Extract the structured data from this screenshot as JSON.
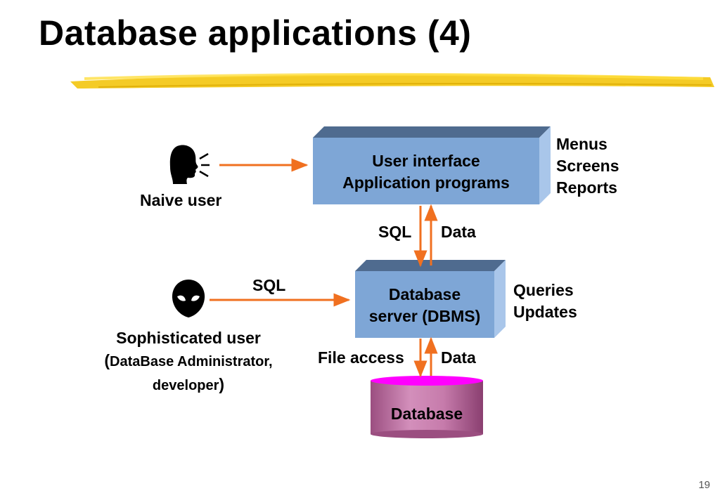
{
  "slide": {
    "title": "Database applications (4)",
    "page_number": "19"
  },
  "naive_user": {
    "label": "Naive user",
    "icon": "speaking-head-icon"
  },
  "sophisticated_user": {
    "line1": "Sophisticated user",
    "paren_open": "(",
    "line2": "DataBase Administrator,",
    "line3": "developer",
    "paren_close": ")",
    "icon": "alien-head-icon",
    "arrow_label": "SQL"
  },
  "ui_box": {
    "line1": "User interface",
    "line2": "Application programs",
    "side_items": [
      "Menus",
      "Screens",
      "Reports"
    ]
  },
  "ui_dbms_link": {
    "down_label": "SQL",
    "up_label": "Data"
  },
  "dbms_box": {
    "line1": "Database",
    "line2": "server (DBMS)",
    "side_items": [
      "Queries",
      "Updates"
    ]
  },
  "dbms_db_link": {
    "down_label": "File access",
    "up_label": "Data"
  },
  "database": {
    "label": "Database"
  },
  "colors": {
    "box_front": "#7ea6d6",
    "box_top": "#4f6b8f",
    "box_side": "#a9c6ea",
    "arrow": "#f07020",
    "cylinder_top": "#ff00ff",
    "cylinder_body": "#c67bab",
    "underline": "#f2c200"
  }
}
